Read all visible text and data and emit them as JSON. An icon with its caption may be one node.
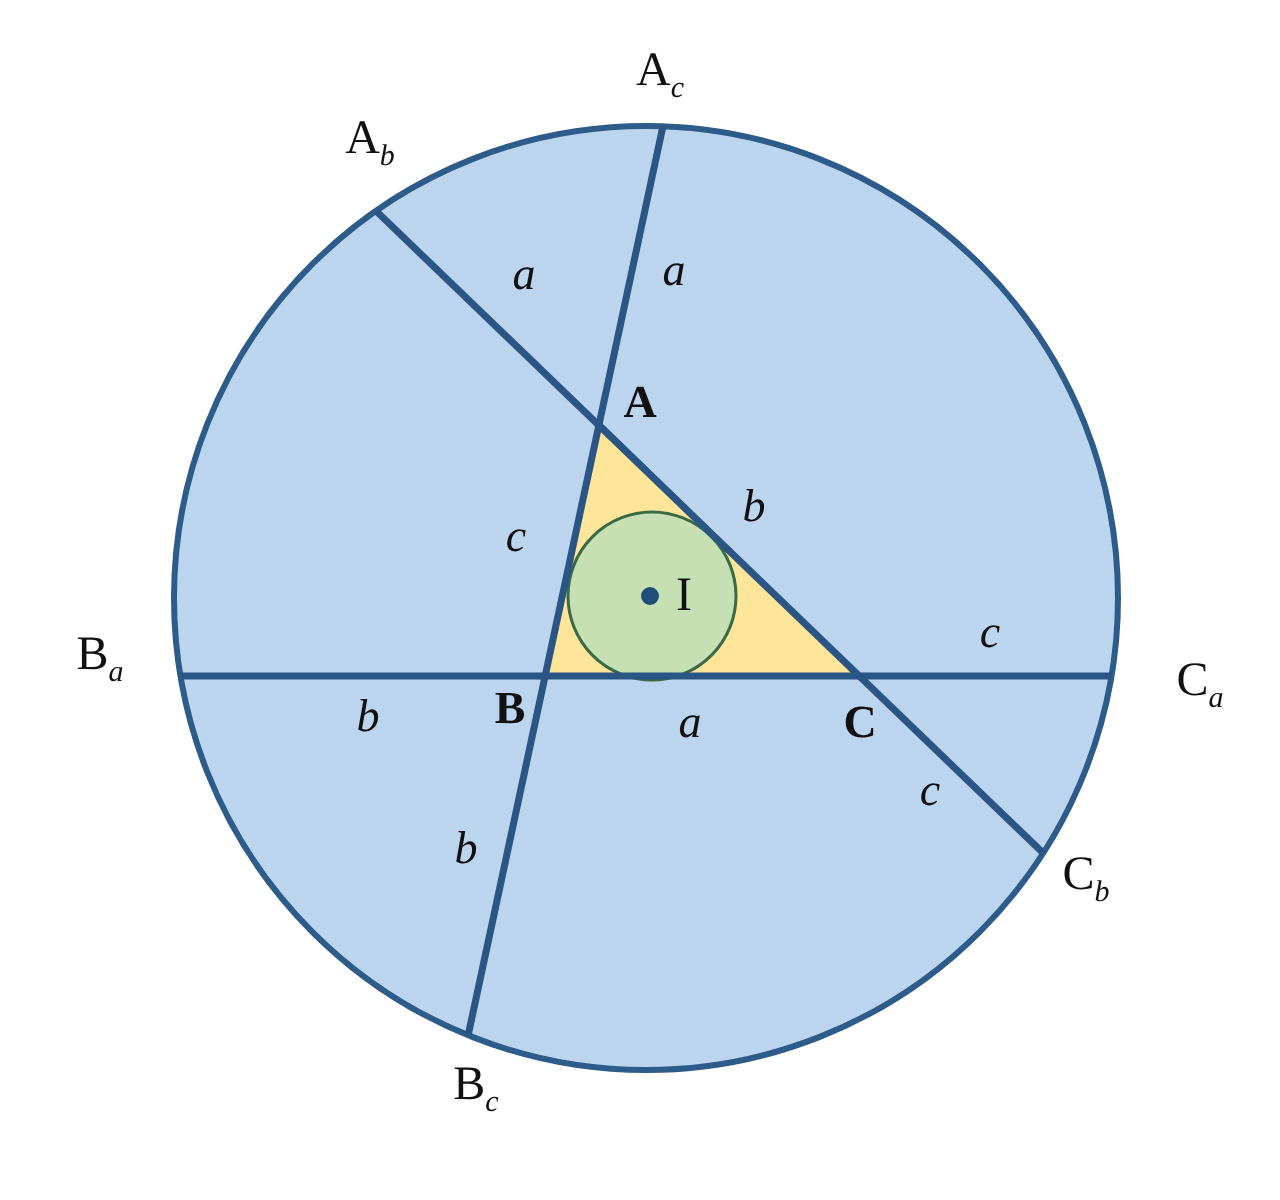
{
  "diagram": {
    "labels": [
      "A$_{c}$",
      "A$_{b}$",
      "a",
      "a",
      "A",
      "b",
      "c",
      "I",
      "c",
      "B$_{a}$",
      "b",
      "B",
      "a",
      "C",
      "C$_{a}$",
      "c",
      "b",
      "C$_{b}$",
      "B$_{c}$"
    ]
  }
}
